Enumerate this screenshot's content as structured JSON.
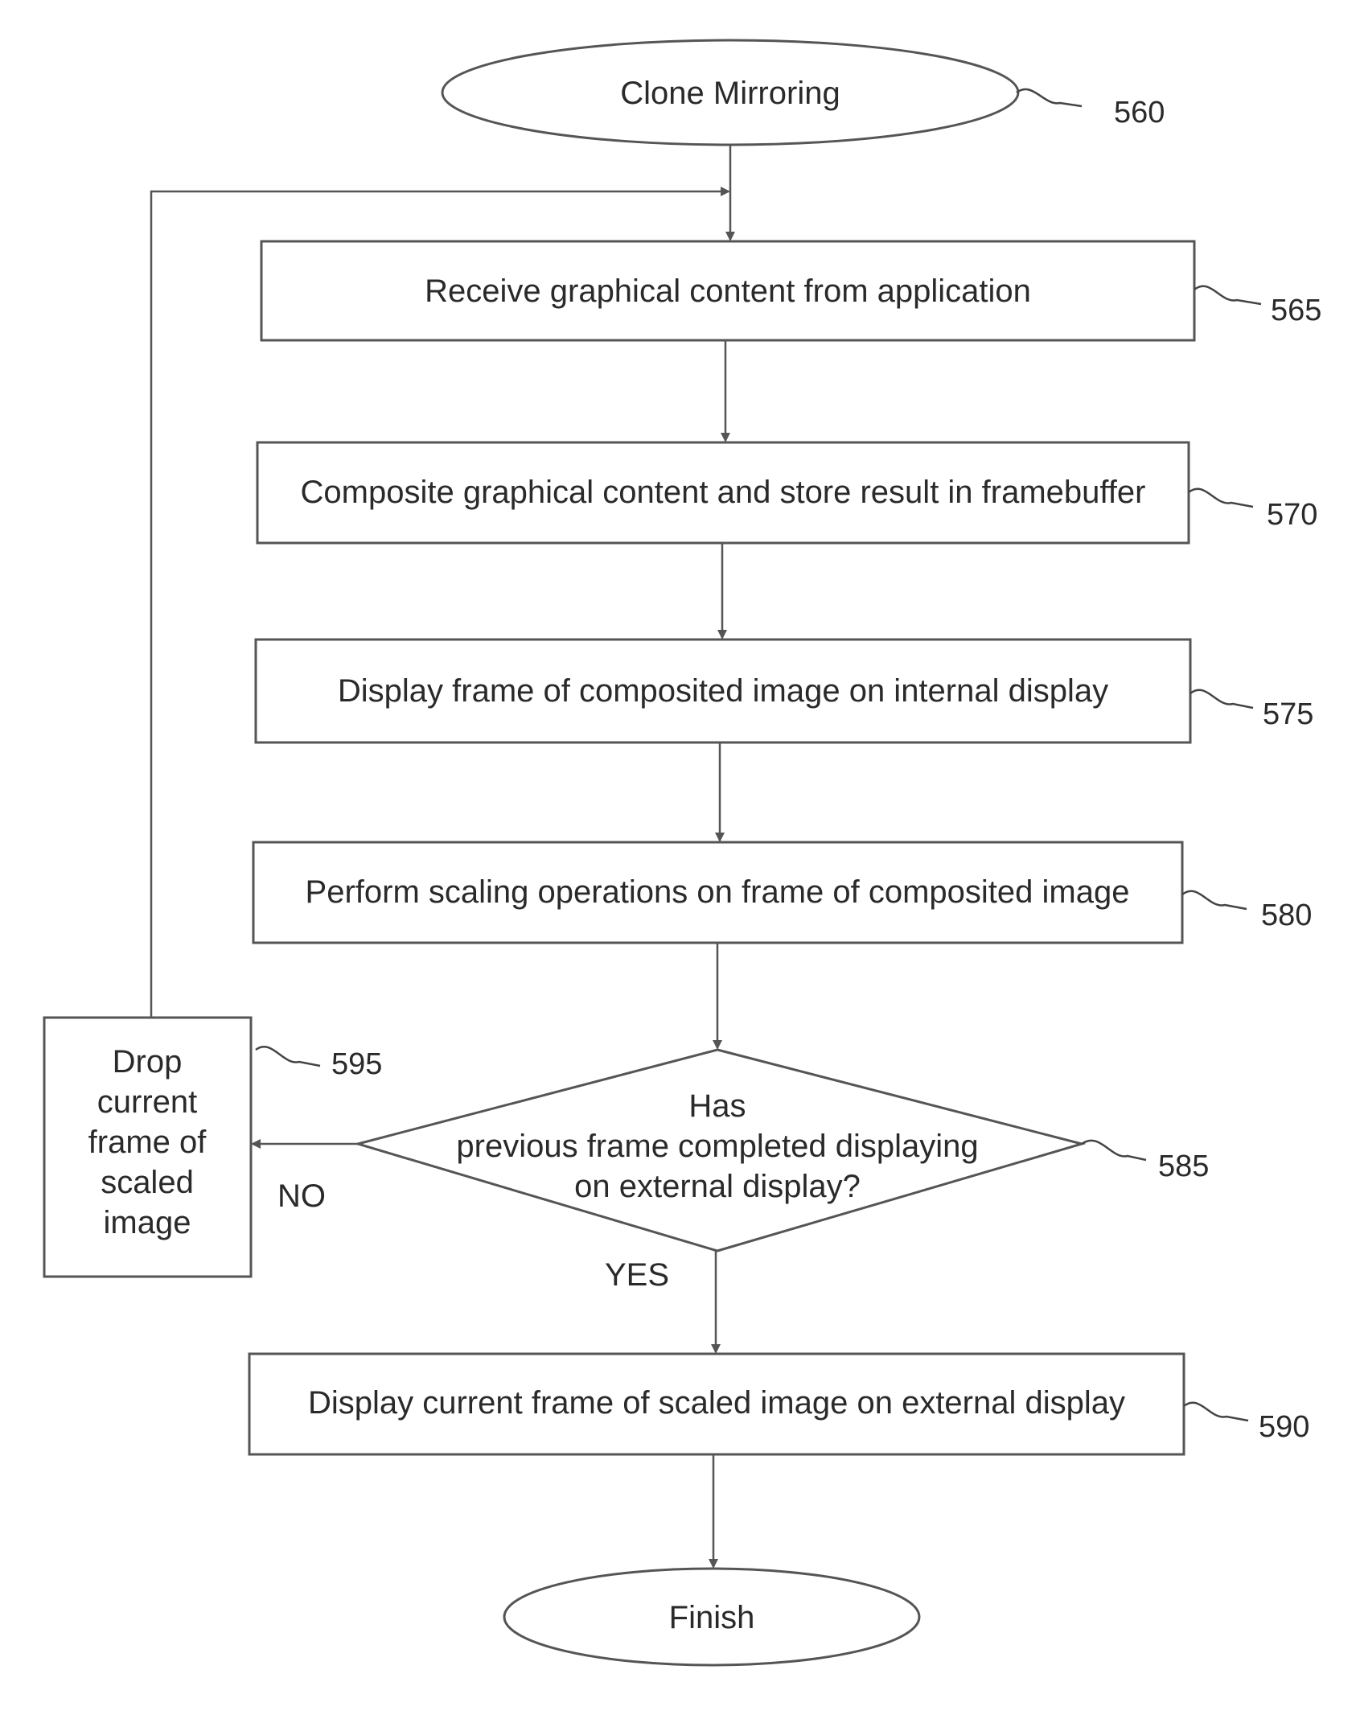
{
  "nodes": {
    "start": {
      "text": "Clone Mirroring",
      "ref": "560"
    },
    "receive": {
      "text": "Receive graphical content from application",
      "ref": "565"
    },
    "composite": {
      "text": "Composite graphical content and store result in framebuffer",
      "ref": "570"
    },
    "display_internal": {
      "text": "Display frame of composited image on internal display",
      "ref": "575"
    },
    "scale": {
      "text": "Perform scaling operations on frame of composited image",
      "ref": "580"
    },
    "decision": {
      "lines": [
        "Has",
        "previous frame completed displaying",
        "on external display?"
      ],
      "ref": "585"
    },
    "drop": {
      "lines": [
        "Drop",
        "current",
        "frame of",
        "scaled",
        "image"
      ],
      "ref": "595"
    },
    "display_external": {
      "text": "Display current frame of scaled image on external display",
      "ref": "590"
    },
    "finish": {
      "text": "Finish"
    }
  },
  "branches": {
    "no": "NO",
    "yes": "YES"
  }
}
